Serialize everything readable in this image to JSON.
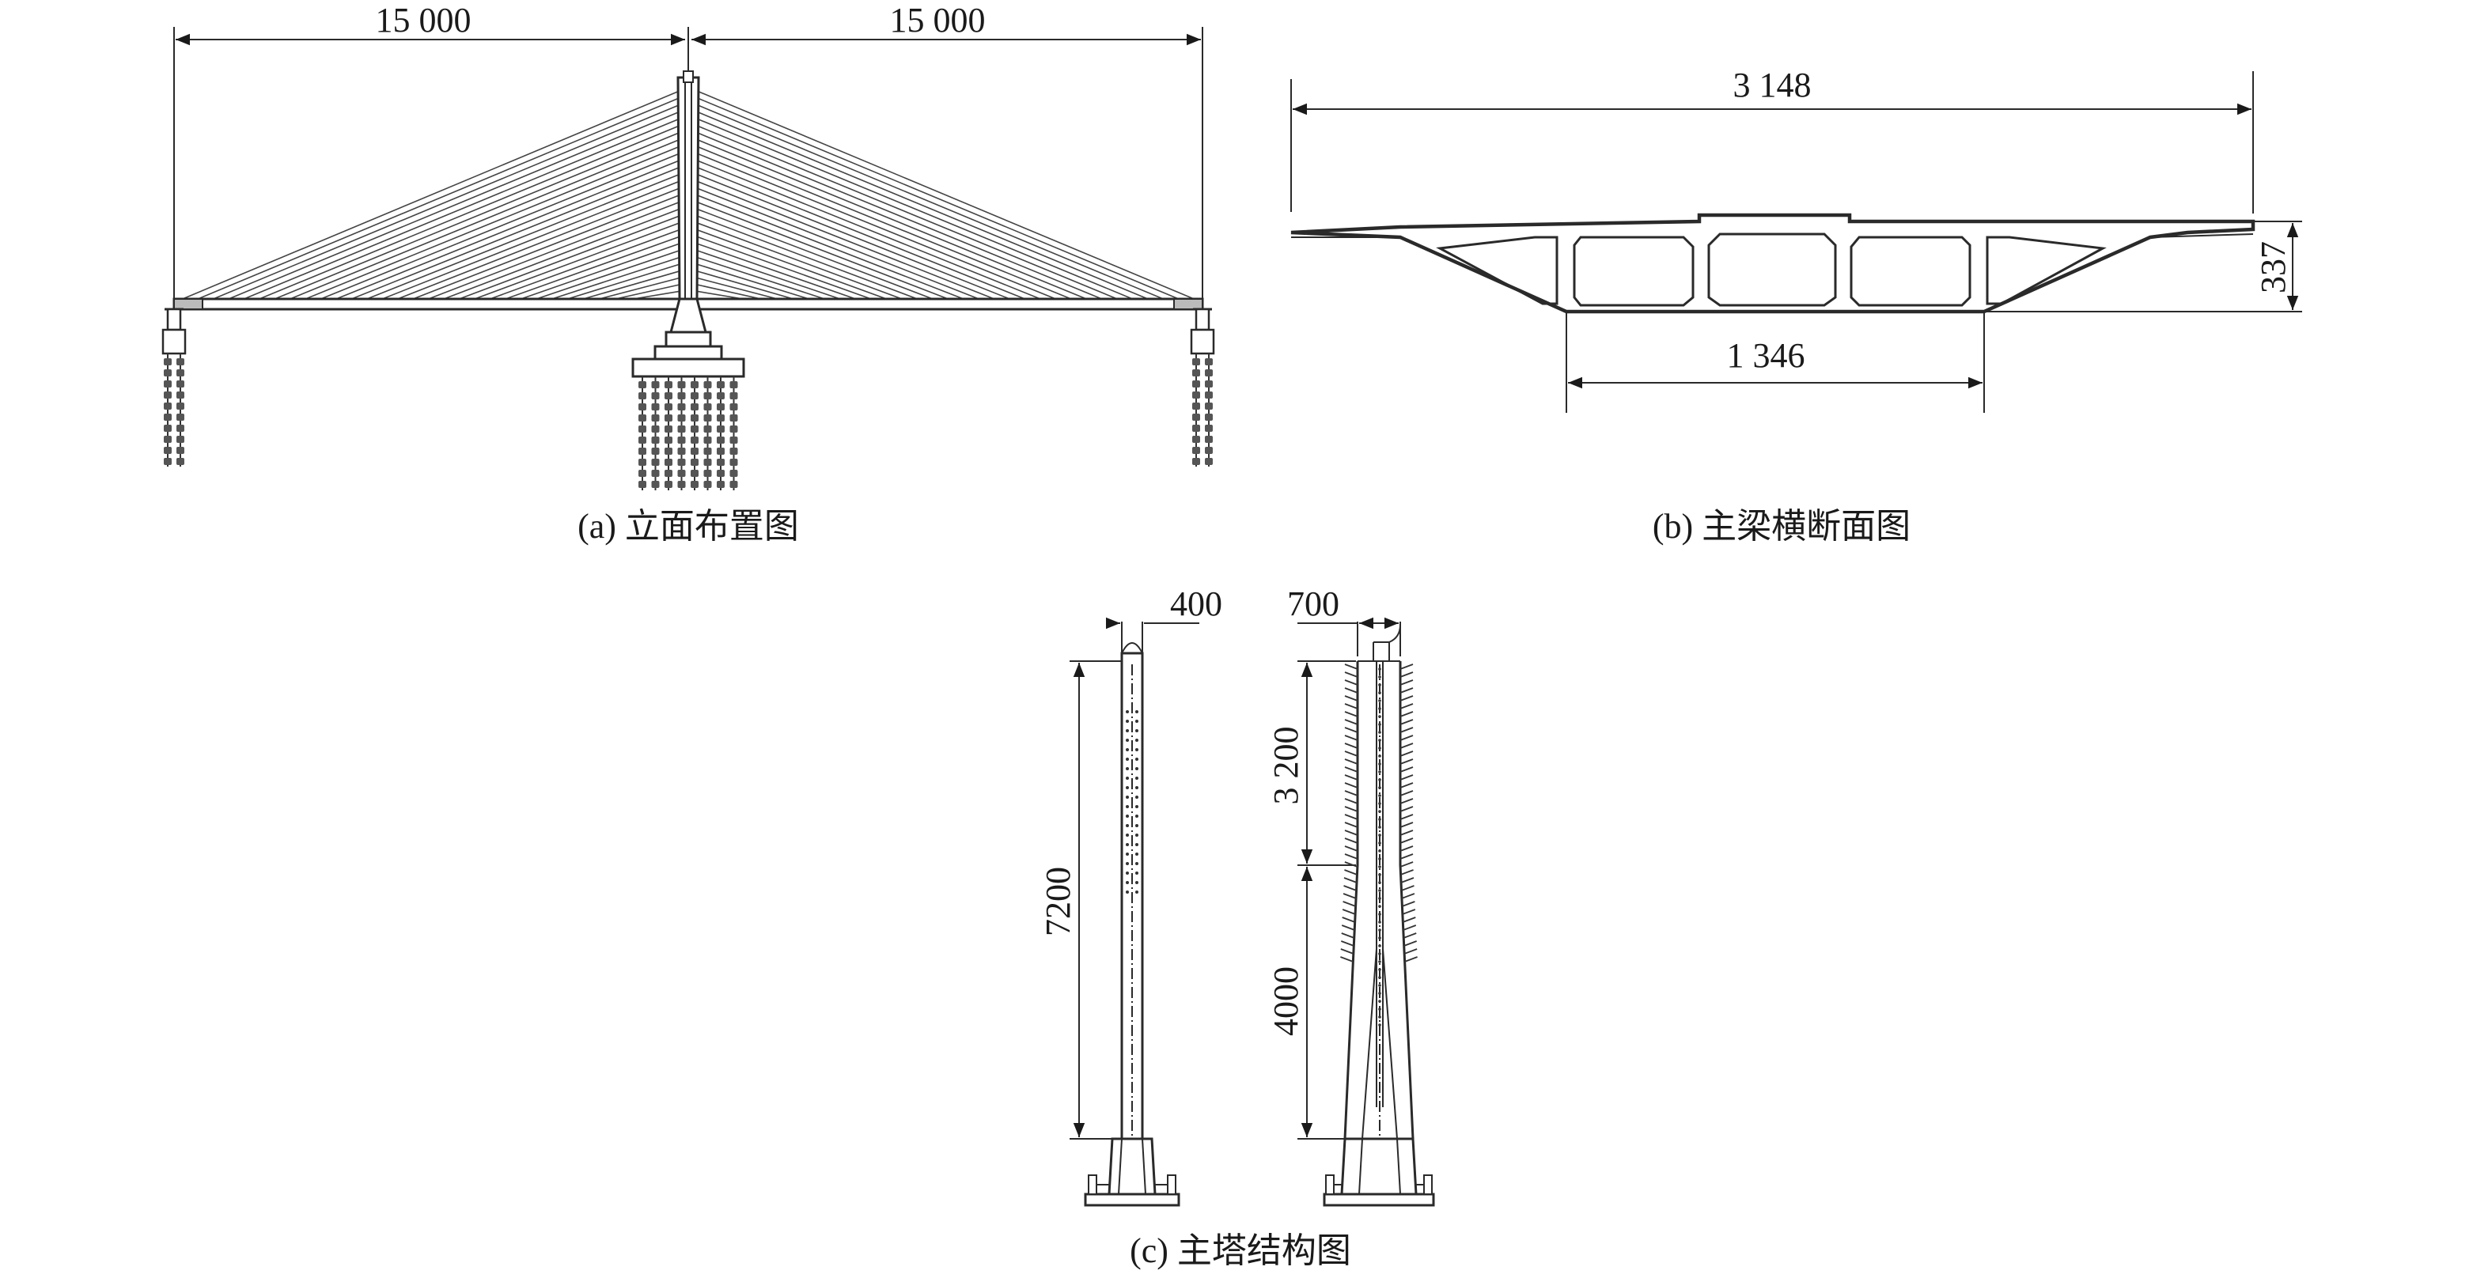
{
  "figure_a": {
    "dim_left": "15 000",
    "dim_right": "15 000",
    "caption": "(a) 立面布置图"
  },
  "figure_b": {
    "dim_width": "3 148",
    "dim_bottom": "1 346",
    "dim_height": "337",
    "caption": "(b) 主梁横断面图"
  },
  "figure_c": {
    "dim_front_width": "400",
    "dim_front_height": "7200",
    "dim_side_width": "700",
    "dim_side_upper": "3 200",
    "dim_side_lower": "4000",
    "caption": "(c) 主塔结构图"
  },
  "colors": {
    "line": "#2a2a2a",
    "background": "#ffffff"
  }
}
